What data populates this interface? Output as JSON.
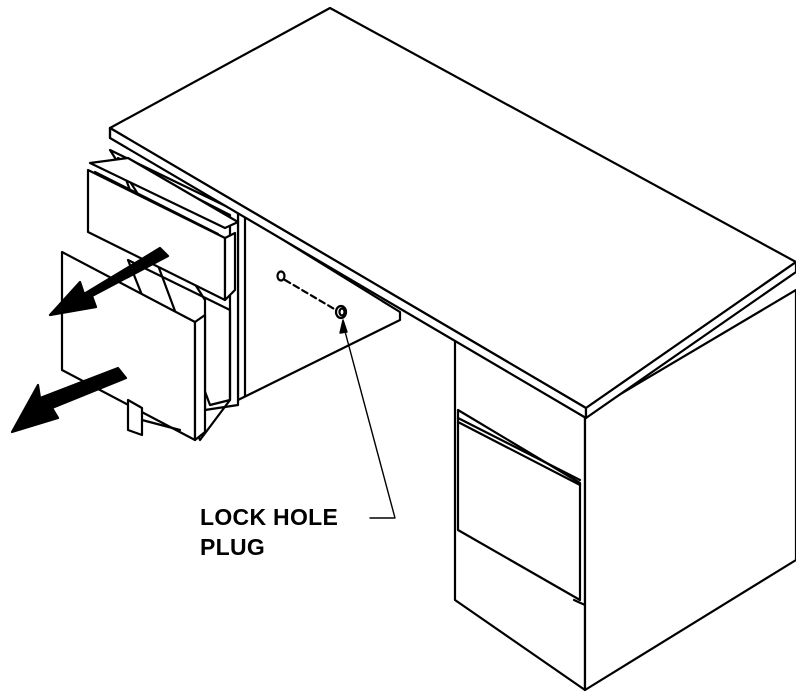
{
  "callout": {
    "line1": "LOCK HOLE",
    "line2": "PLUG"
  },
  "colors": {
    "stroke": "#000000",
    "fill": "#ffffff"
  },
  "icons": [
    "drawer-pull-arrow-icon",
    "leader-line",
    "lock-hole-icon",
    "plug-icon"
  ]
}
